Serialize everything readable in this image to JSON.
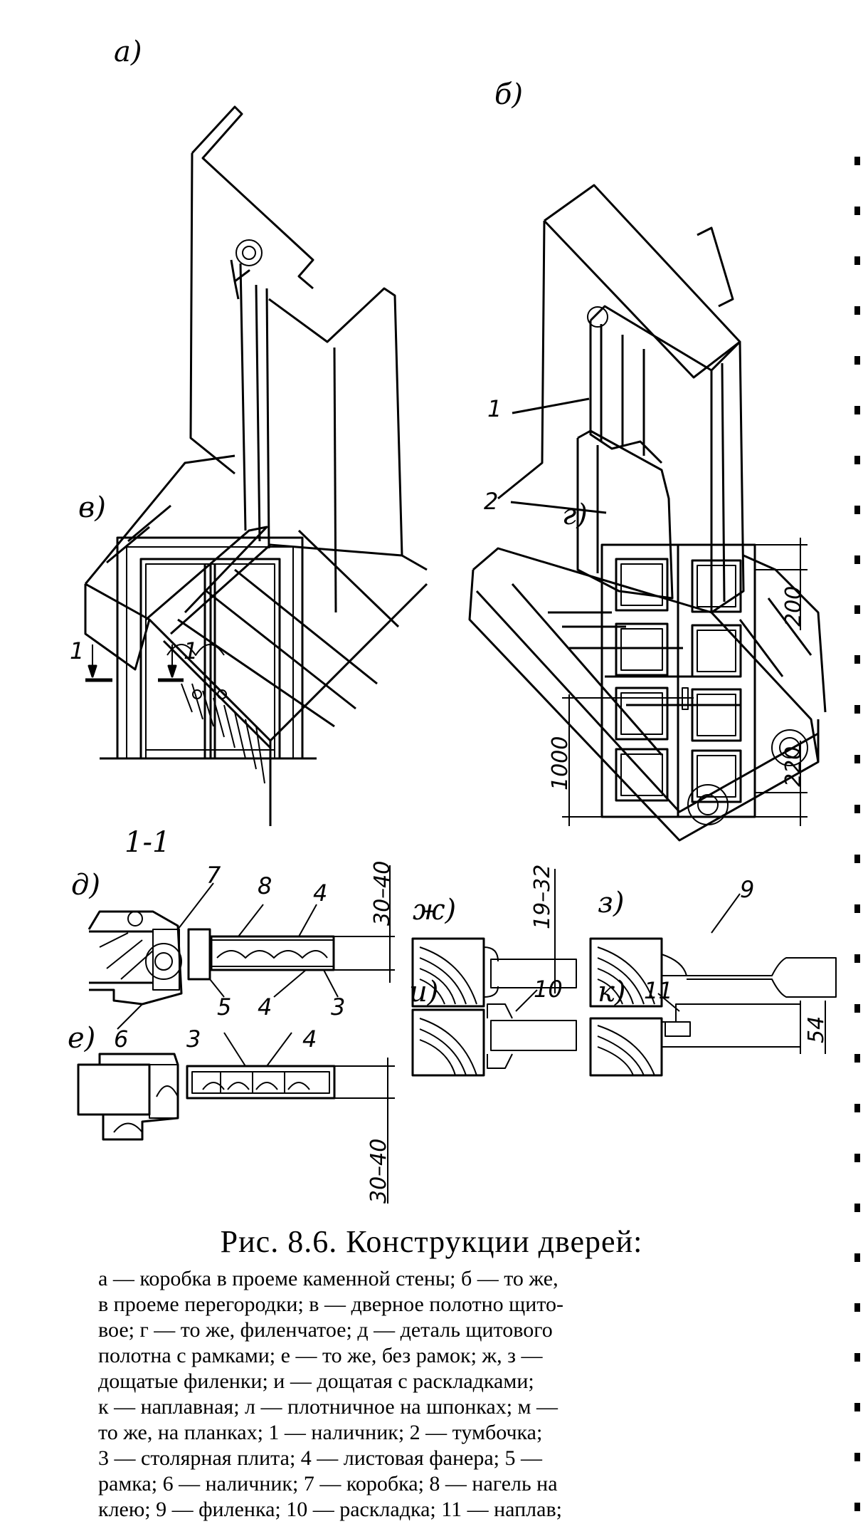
{
  "figure": {
    "panels": {
      "a": "а)",
      "b": "б)",
      "v": "в)",
      "g": "г)",
      "d": "д)",
      "e": "е)",
      "zh": "ж)",
      "z": "з)",
      "i": "и)",
      "k": "к)"
    },
    "section_label": "1-1",
    "section_marks": [
      "1",
      "1"
    ],
    "callouts_b": [
      "1",
      "2"
    ],
    "callouts_d": [
      "7",
      "8",
      "4",
      "5",
      "4",
      "3",
      "6"
    ],
    "callouts_e": [
      "3",
      "4"
    ],
    "callouts_misc": [
      "9",
      "10",
      "11"
    ],
    "dimensions": {
      "g_top": "200",
      "g_bottom": "220",
      "g_height": "1000",
      "d_thickness": "30–40",
      "e_thickness": "30–40",
      "zh_thickness": "19–32",
      "k_thickness": "54"
    }
  },
  "caption": {
    "title": "Рис. 8.6. Конструкции дверей:",
    "lines": [
      "а — коробка в проеме каменной стены; б — то же,",
      "в проеме перегородки; в — дверное полотно щито-",
      "вое; г — то же, филенчатое; д — деталь щитового",
      "полотна с рамками; е — то же, без рамок; ж, з —",
      "дощатые филенки; и — дощатая с раскладками;",
      "к — наплавная; л — плотничное на шпонках; м —",
      "то же, на планках; 1 — наличник; 2 — тумбочка;",
      "3 — столярная плита; 4 — листовая фанера; 5 —",
      "рамка; 6 — наличник; 7 — коробка; 8 — нагель на",
      "клею; 9 — филенка; 10 — раскладка; 11 — наплав;"
    ]
  }
}
